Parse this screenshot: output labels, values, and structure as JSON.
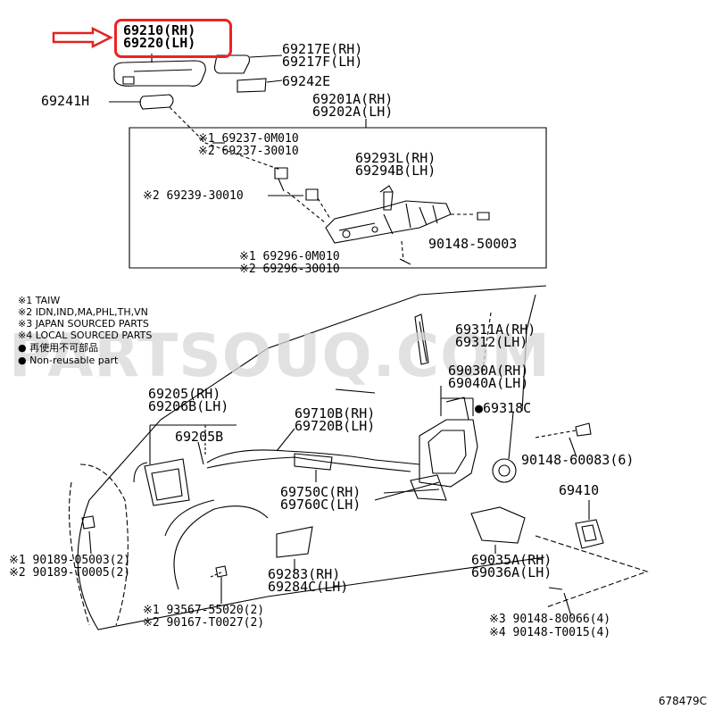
{
  "highlight": {
    "line1": "69210(RH)",
    "line2": "69220(LH)",
    "color": "#e22222"
  },
  "watermark": "PARTSOUQ.COM",
  "footer_code": "678479C",
  "callouts": {
    "p69217": [
      "69217E(RH)",
      "69217F(LH)"
    ],
    "p69242": "69242E",
    "p69241": "69241H",
    "p69201": [
      "69201A(RH)",
      "69202A(LH)"
    ],
    "p69237a": "※1 69237-0M010",
    "p69237b": "※2 69237-30010",
    "p69293": [
      "69293L(RH)",
      "69294B(LH)"
    ],
    "p69239": "※2 69239-30010",
    "p90148a": "90148-50003",
    "p69296a": "※1 69296-0M010",
    "p69296b": "※2 69296-30010",
    "p69311": [
      "69311A(RH)",
      "69312(LH)"
    ],
    "p69030": [
      "69030A(RH)",
      "69040A(LH)"
    ],
    "p69318": "●69318C",
    "p69205": [
      "69205(RH)",
      "69206B(LH)"
    ],
    "p69205b": "69205B",
    "p69710": [
      "69710B(RH)",
      "69720B(LH)"
    ],
    "p90148b": "90148-60083(6)",
    "p69410": "69410",
    "p69750": [
      "69750C(RH)",
      "69760C(LH)"
    ],
    "p90189a": "※1 90189-05003(2)",
    "p90189b": "※2 90189-T0005(2)",
    "p69035": [
      "69035A(RH)",
      "69036A(LH)"
    ],
    "p69283": [
      "69283(RH)",
      "69284C(LH)"
    ],
    "p93567": "※1 93567-55020(2)",
    "p90167": "※2 90167-T0027(2)",
    "p90148c": "※3 90148-80066(4)",
    "p90148d": "※4 90148-T0015(4)"
  },
  "legend": [
    "※1 TAIW",
    "※2 IDN,IND,MA,PHL,TH,VN",
    "※3 JAPAN SOURCED PARTS",
    "※4 LOCAL SOURCED PARTS",
    "● 再使用不可部品",
    "● Non-reusable part"
  ]
}
